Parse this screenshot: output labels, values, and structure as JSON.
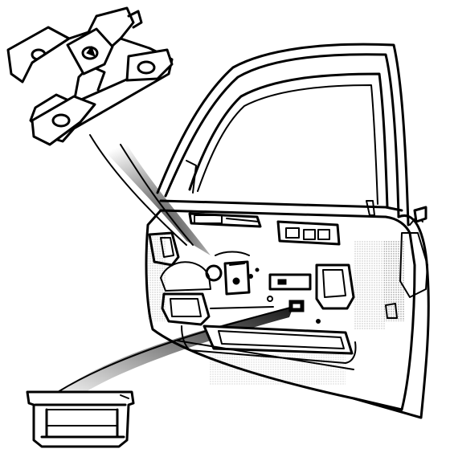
{
  "figure": {
    "ink_color": "#000000",
    "paper_color": "#ffffff",
    "subjects": [
      "door-assembly",
      "upper-bracket-callout",
      "lower-clip-callout"
    ]
  }
}
